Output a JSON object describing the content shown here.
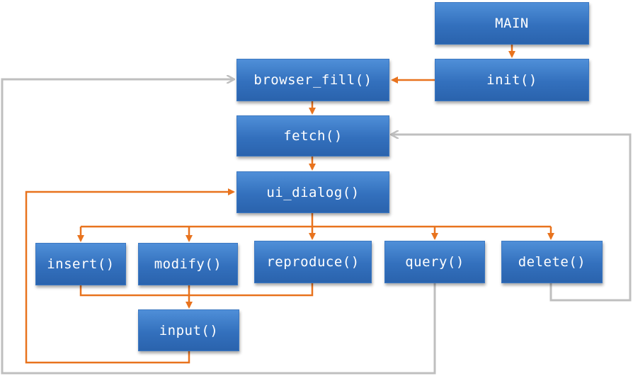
{
  "colors": {
    "node_fill": "#3370bd",
    "primary_arrow": "#e8731e",
    "return_arrow": "#bfbfbf",
    "node_text": "#ffffff"
  },
  "nodes": {
    "main": "MAIN",
    "init": "init()",
    "browser_fill": "browser_fill()",
    "fetch": "fetch()",
    "ui_dialog": "ui_dialog()",
    "insert": "insert()",
    "modify": "modify()",
    "reproduce": "reproduce()",
    "query": "query()",
    "delete": "delete()",
    "input": "input()"
  },
  "edges": [
    {
      "from": "MAIN",
      "to": "init()",
      "style": "orange"
    },
    {
      "from": "init()",
      "to": "browser_fill()",
      "style": "orange"
    },
    {
      "from": "browser_fill()",
      "to": "fetch()",
      "style": "orange"
    },
    {
      "from": "fetch()",
      "to": "ui_dialog()",
      "style": "orange"
    },
    {
      "from": "ui_dialog()",
      "to": "insert()",
      "style": "orange"
    },
    {
      "from": "ui_dialog()",
      "to": "modify()",
      "style": "orange"
    },
    {
      "from": "ui_dialog()",
      "to": "reproduce()",
      "style": "orange"
    },
    {
      "from": "ui_dialog()",
      "to": "query()",
      "style": "orange"
    },
    {
      "from": "ui_dialog()",
      "to": "delete()",
      "style": "orange"
    },
    {
      "from": "insert()",
      "to": "input()",
      "style": "orange"
    },
    {
      "from": "modify()",
      "to": "input()",
      "style": "orange"
    },
    {
      "from": "reproduce()",
      "to": "input()",
      "style": "orange"
    },
    {
      "from": "input()",
      "to": "ui_dialog()",
      "style": "orange"
    },
    {
      "from": "query()",
      "to": "browser_fill()",
      "style": "gray"
    },
    {
      "from": "delete()",
      "to": "fetch()",
      "style": "gray"
    }
  ]
}
